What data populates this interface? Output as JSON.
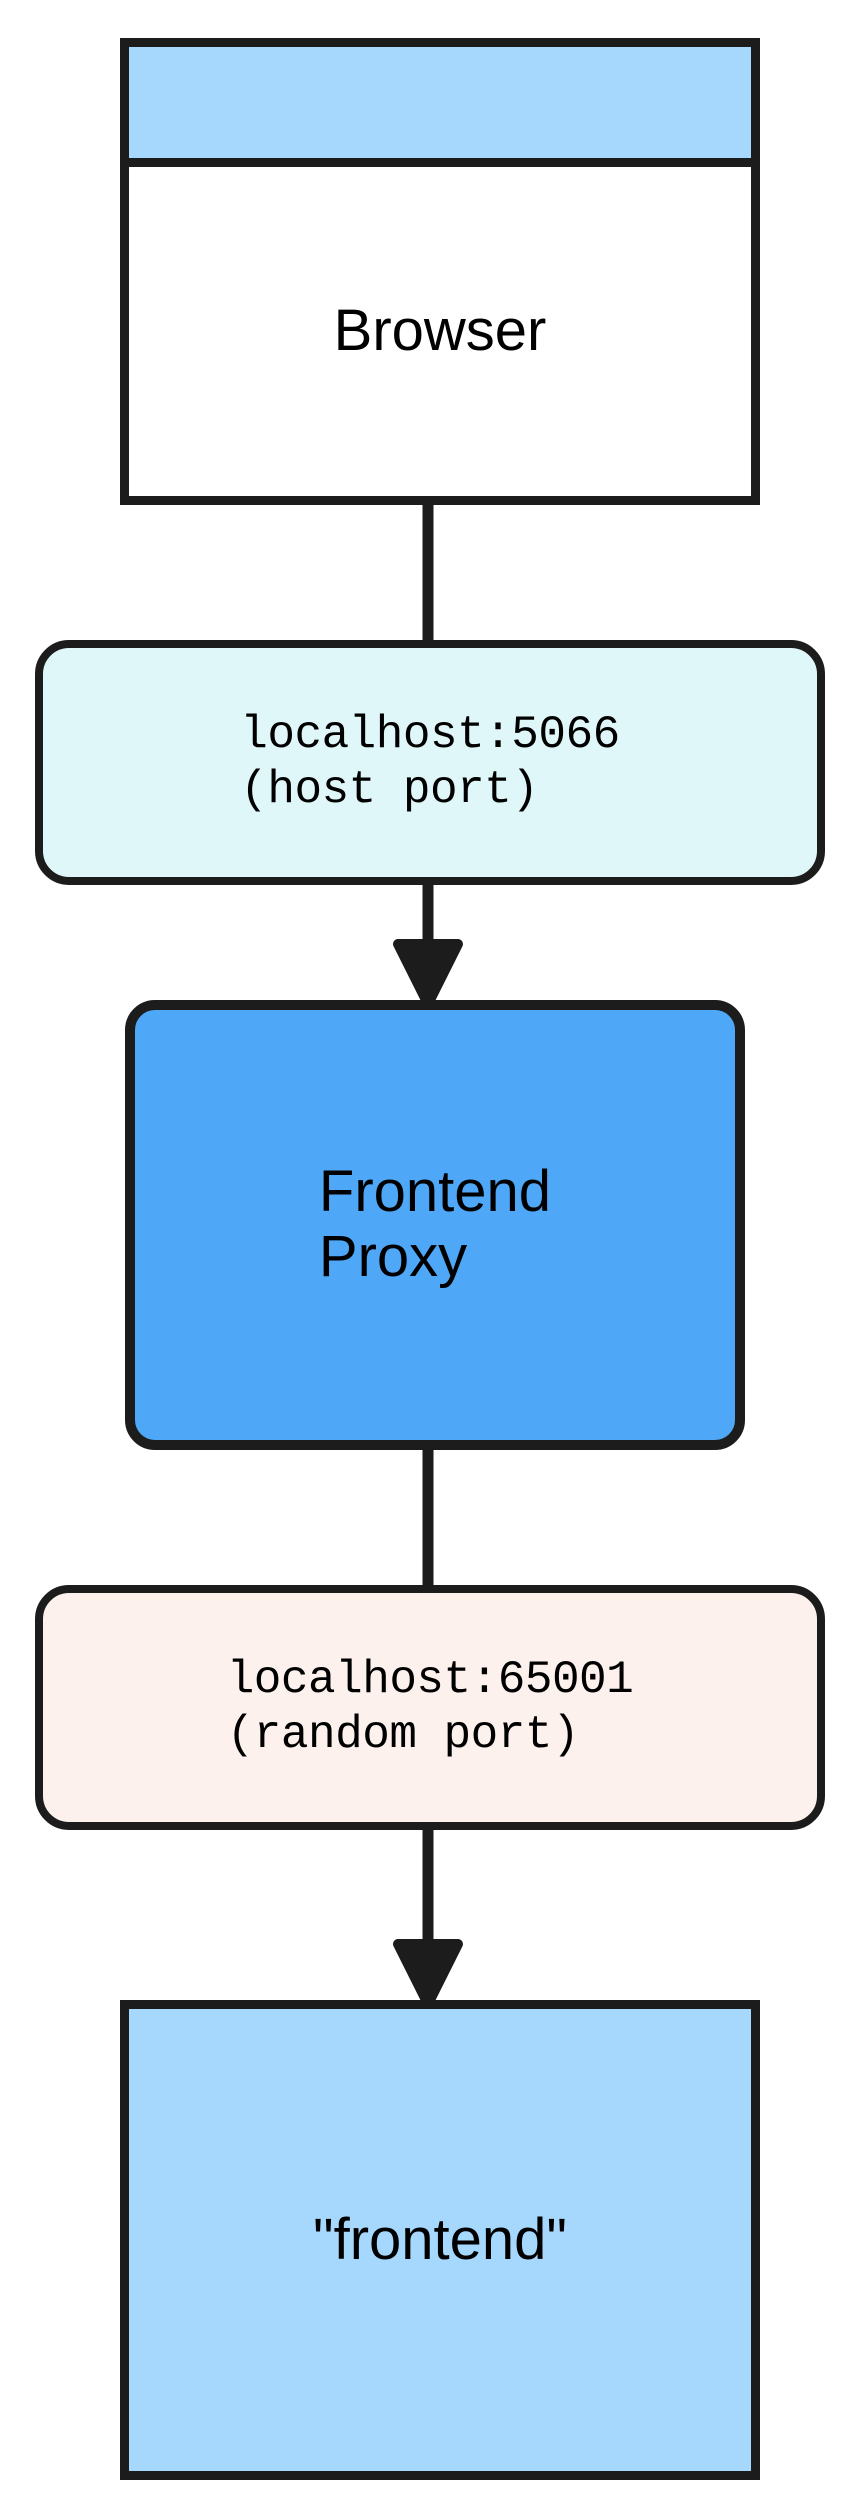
{
  "diagram": {
    "title": "Frontend proxy port mapping flow",
    "orientation": "top-to-bottom",
    "background_color": "#ffffff",
    "stroke_color": "#1c1c1c",
    "text_color": "#1a1a1a"
  },
  "nodes": {
    "browser": {
      "label": "Browser",
      "shape": "browser-window",
      "fill_color": "#ffffff",
      "titlebar_color": "#a6d8fd"
    },
    "host_port_label": {
      "line1": "localhost:5066",
      "line2": "(host port)",
      "shape": "rounded-rect",
      "fill_color": "#e0f7f9"
    },
    "frontend_proxy": {
      "line1": "Frontend",
      "line2": "Proxy",
      "shape": "rounded-rect",
      "fill_color": "#4fa8f7"
    },
    "random_port_label": {
      "line1": "localhost:65001",
      "line2": "(random port)",
      "shape": "rounded-rect",
      "fill_color": "#fdf1ee"
    },
    "frontend_service": {
      "label": "\"frontend\"",
      "shape": "rect",
      "fill_color": "#a6d8fd"
    }
  },
  "edges": [
    {
      "from": "browser",
      "to": "host_port_label",
      "arrowhead": false
    },
    {
      "from": "host_port_label",
      "to": "frontend_proxy",
      "arrowhead": true
    },
    {
      "from": "frontend_proxy",
      "to": "random_port_label",
      "arrowhead": false
    },
    {
      "from": "random_port_label",
      "to": "frontend_service",
      "arrowhead": true
    }
  ]
}
